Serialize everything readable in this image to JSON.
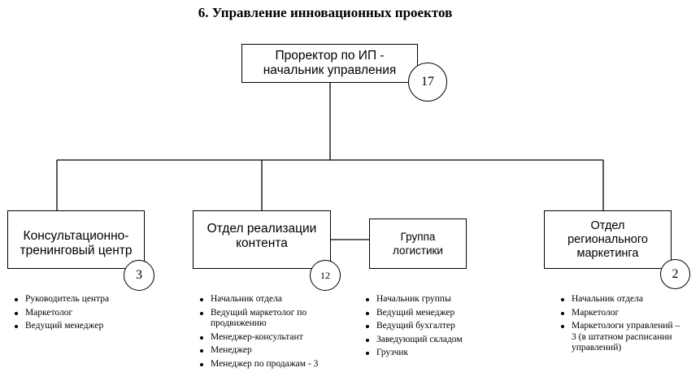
{
  "title": "6. Управление  инновационных проектов",
  "head": {
    "label": "Проректор по ИП -\nначальник управления",
    "count": "17"
  },
  "units": [
    {
      "label": "Консультационно-\nтренинговый центр",
      "count": "3",
      "staff": [
        "Руководитель центра",
        "Маркетолог",
        "Ведущий менеджер"
      ]
    },
    {
      "label": "Отдел реализации\nконтента",
      "count": "12",
      "staff": [
        "Начальник отдела",
        "Ведущий маркетолог по продвижению",
        "Менеджер-консультант",
        "Менеджер",
        "Менеджер по продажам - 3"
      ]
    },
    {
      "label": "Группа\nлогистики",
      "count": "",
      "staff": [
        "Начальник группы",
        "Ведущий менеджер",
        "Ведущий бухгалтер",
        "Заведующий складом",
        "Грузчик"
      ]
    },
    {
      "label": "Отдел\nрегионального\nмаркетинга",
      "count": "2",
      "staff": [
        "Начальник отдела",
        "Маркетолог",
        "Маркетологи управлений – 3 (в штатном расписании управлений)"
      ]
    }
  ]
}
